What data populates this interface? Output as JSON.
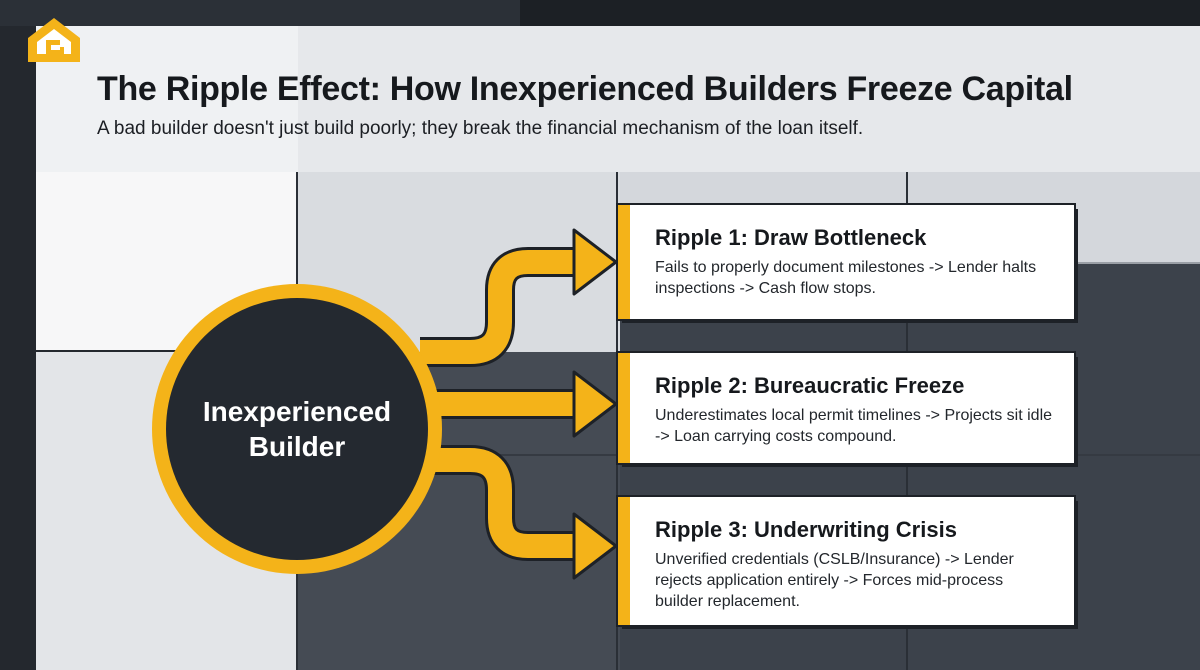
{
  "header": {
    "title": "The Ripple Effect: How Inexperienced Builders Freeze Capital",
    "subtitle": "A bad builder doesn't just build poorly; they break the financial mechanism of the loan itself.",
    "logo_icon": "house-logo-icon"
  },
  "center": {
    "label": "Inexperienced Builder"
  },
  "ripples": [
    {
      "title": "Ripple 1: Draw Bottleneck",
      "text": "Fails to properly document milestones -> Lender halts inspections -> Cash flow stops."
    },
    {
      "title": "Ripple 2: Bureaucratic Freeze",
      "text": "Underestimates local permit timelines -> Projects sit idle -> Loan carrying costs compound."
    },
    {
      "title": "Ripple 3: Underwriting Crisis",
      "text": "Unverified credentials (CSLB/Insurance) -> Lender rejects application entirely -> Forces mid-process builder replacement."
    }
  ],
  "colors": {
    "accent": "#f4b319",
    "dark": "#242930",
    "card": "#ffffff"
  }
}
